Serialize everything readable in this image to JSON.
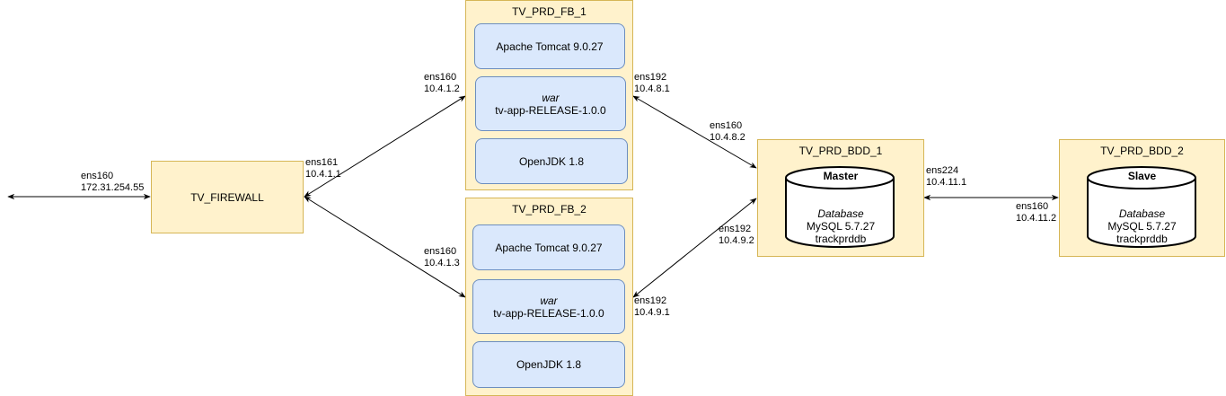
{
  "firewall": {
    "name": "TV_FIREWALL",
    "external_iface": "ens160",
    "external_ip": "172.31.254.55",
    "internal_iface": "ens161",
    "internal_ip": "10.4.1.1"
  },
  "fb1": {
    "title": "TV_PRD_FB_1",
    "tomcat": "Apache Tomcat 9.0.27",
    "war_type": "war",
    "war_name": "tv-app-RELEASE-1.0.0",
    "jdk": "OpenJDK 1.8",
    "in_iface": "ens160",
    "in_ip": "10.4.1.2",
    "out_iface": "ens192",
    "out_ip": "10.4.8.1"
  },
  "fb2": {
    "title": "TV_PRD_FB_2",
    "tomcat": "Apache Tomcat 9.0.27",
    "war_type": "war",
    "war_name": "tv-app-RELEASE-1.0.0",
    "jdk": "OpenJDK 1.8",
    "in_iface": "ens160",
    "in_ip": "10.4.1.3",
    "out_iface": "ens192",
    "out_ip": "10.4.9.1"
  },
  "bdd1": {
    "title": "TV_PRD_BDD_1",
    "role": "Master",
    "db_type": "Database",
    "db_version": "MySQL 5.7.27",
    "db_name": "trackprddb",
    "iface_fb1": "ens160",
    "ip_fb1": "10.4.8.2",
    "iface_fb2": "ens192",
    "ip_fb2": "10.4.9.2",
    "iface_repl": "ens224",
    "ip_repl": "10.4.11.1"
  },
  "bdd2": {
    "title": "TV_PRD_BDD_2",
    "role": "Slave",
    "db_type": "Database",
    "db_version": "MySQL 5.7.27",
    "db_name": "trackprddb",
    "iface_repl": "ens160",
    "ip_repl": "10.4.11.2"
  },
  "colors": {
    "host_fill": "#fff2cc",
    "host_border": "#d6b656",
    "component_fill": "#dae8fc",
    "component_border": "#6c8ebf",
    "edge": "#000000"
  }
}
